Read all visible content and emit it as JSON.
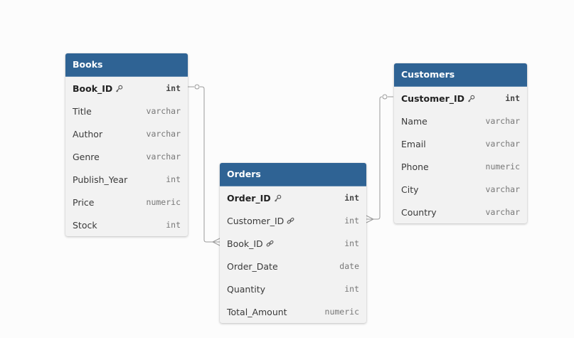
{
  "tables": {
    "books": {
      "title": "Books",
      "rows": [
        {
          "name": "Book_ID",
          "type": "int",
          "icon": "key-icon"
        },
        {
          "name": "Title",
          "type": "varchar"
        },
        {
          "name": "Author",
          "type": "varchar"
        },
        {
          "name": "Genre",
          "type": "varchar"
        },
        {
          "name": "Publish_Year",
          "type": "int"
        },
        {
          "name": "Price",
          "type": "numeric"
        },
        {
          "name": "Stock",
          "type": "int"
        }
      ]
    },
    "orders": {
      "title": "Orders",
      "rows": [
        {
          "name": "Order_ID",
          "type": "int",
          "icon": "key-icon"
        },
        {
          "name": "Customer_ID",
          "type": "int",
          "icon": "link-icon"
        },
        {
          "name": "Book_ID",
          "type": "int",
          "icon": "link-icon"
        },
        {
          "name": "Order_Date",
          "type": "date"
        },
        {
          "name": "Quantity",
          "type": "int"
        },
        {
          "name": "Total_Amount",
          "type": "numeric"
        }
      ]
    },
    "customers": {
      "title": "Customers",
      "rows": [
        {
          "name": "Customer_ID",
          "type": "int",
          "icon": "key-icon"
        },
        {
          "name": "Name",
          "type": "varchar"
        },
        {
          "name": "Email",
          "type": "varchar"
        },
        {
          "name": "Phone",
          "type": "numeric"
        },
        {
          "name": "City",
          "type": "varchar"
        },
        {
          "name": "Country",
          "type": "varchar"
        }
      ]
    }
  },
  "relationships": [
    {
      "from": "Books.Book_ID",
      "to": "Orders.Book_ID",
      "from_end": "zero-or-one",
      "to_end": "many"
    },
    {
      "from": "Customers.Customer_ID",
      "to": "Orders.Customer_ID",
      "from_end": "zero-or-one",
      "to_end": "many"
    }
  ],
  "colors": {
    "header": "#2f6394",
    "body": "#f2f2f2",
    "background": "#fcfcfc",
    "connector": "#9a9a9a"
  }
}
